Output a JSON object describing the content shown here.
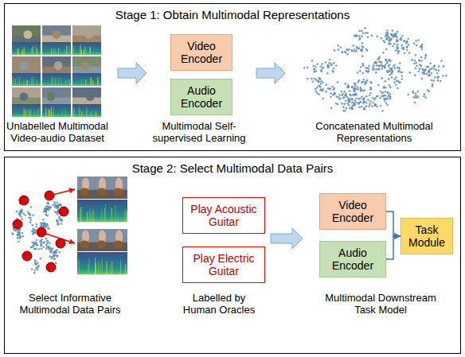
{
  "diagram": {
    "nodes": [
      {
        "text": [
          "Stage 1: Obtain Multimodal Representations"
        ]
      },
      {
        "text": [
          "Video Encoder"
        ],
        "in": 0
      },
      {
        "text": [
          "Audio Encoder"
        ],
        "in": 0
      },
      {
        "text": [
          "Stage 2: Select Multimodal Data Pairs"
        ]
      },
      {
        "text": [
          "Play Acoustic Guitar"
        ],
        "in": 3
      },
      {
        "text": [
          "Play Electric Guitar"
        ],
        "in": 3
      },
      {
        "text": [
          "Video Encoder"
        ],
        "in": 3
      },
      {
        "text": [
          "Audio Encoder"
        ],
        "in": 3
      },
      {
        "text": [
          "Task Module"
        ],
        "in": 3
      }
    ],
    "edges": [
      {
        "from": 6,
        "to": 8,
        "arrow": "to"
      },
      {
        "from": 7,
        "to": 8,
        "arrow": "to"
      }
    ],
    "labels": [
      "Unlabelled Multimodal Video-audio Dataset",
      "Multimodal Self-supervised Learning",
      "Concatenated Multimodal Representations",
      "Select Informative Multimodal Data Pairs",
      "Labelled by Human Oracles",
      "Multimodal Downstream Task Model"
    ]
  }
}
